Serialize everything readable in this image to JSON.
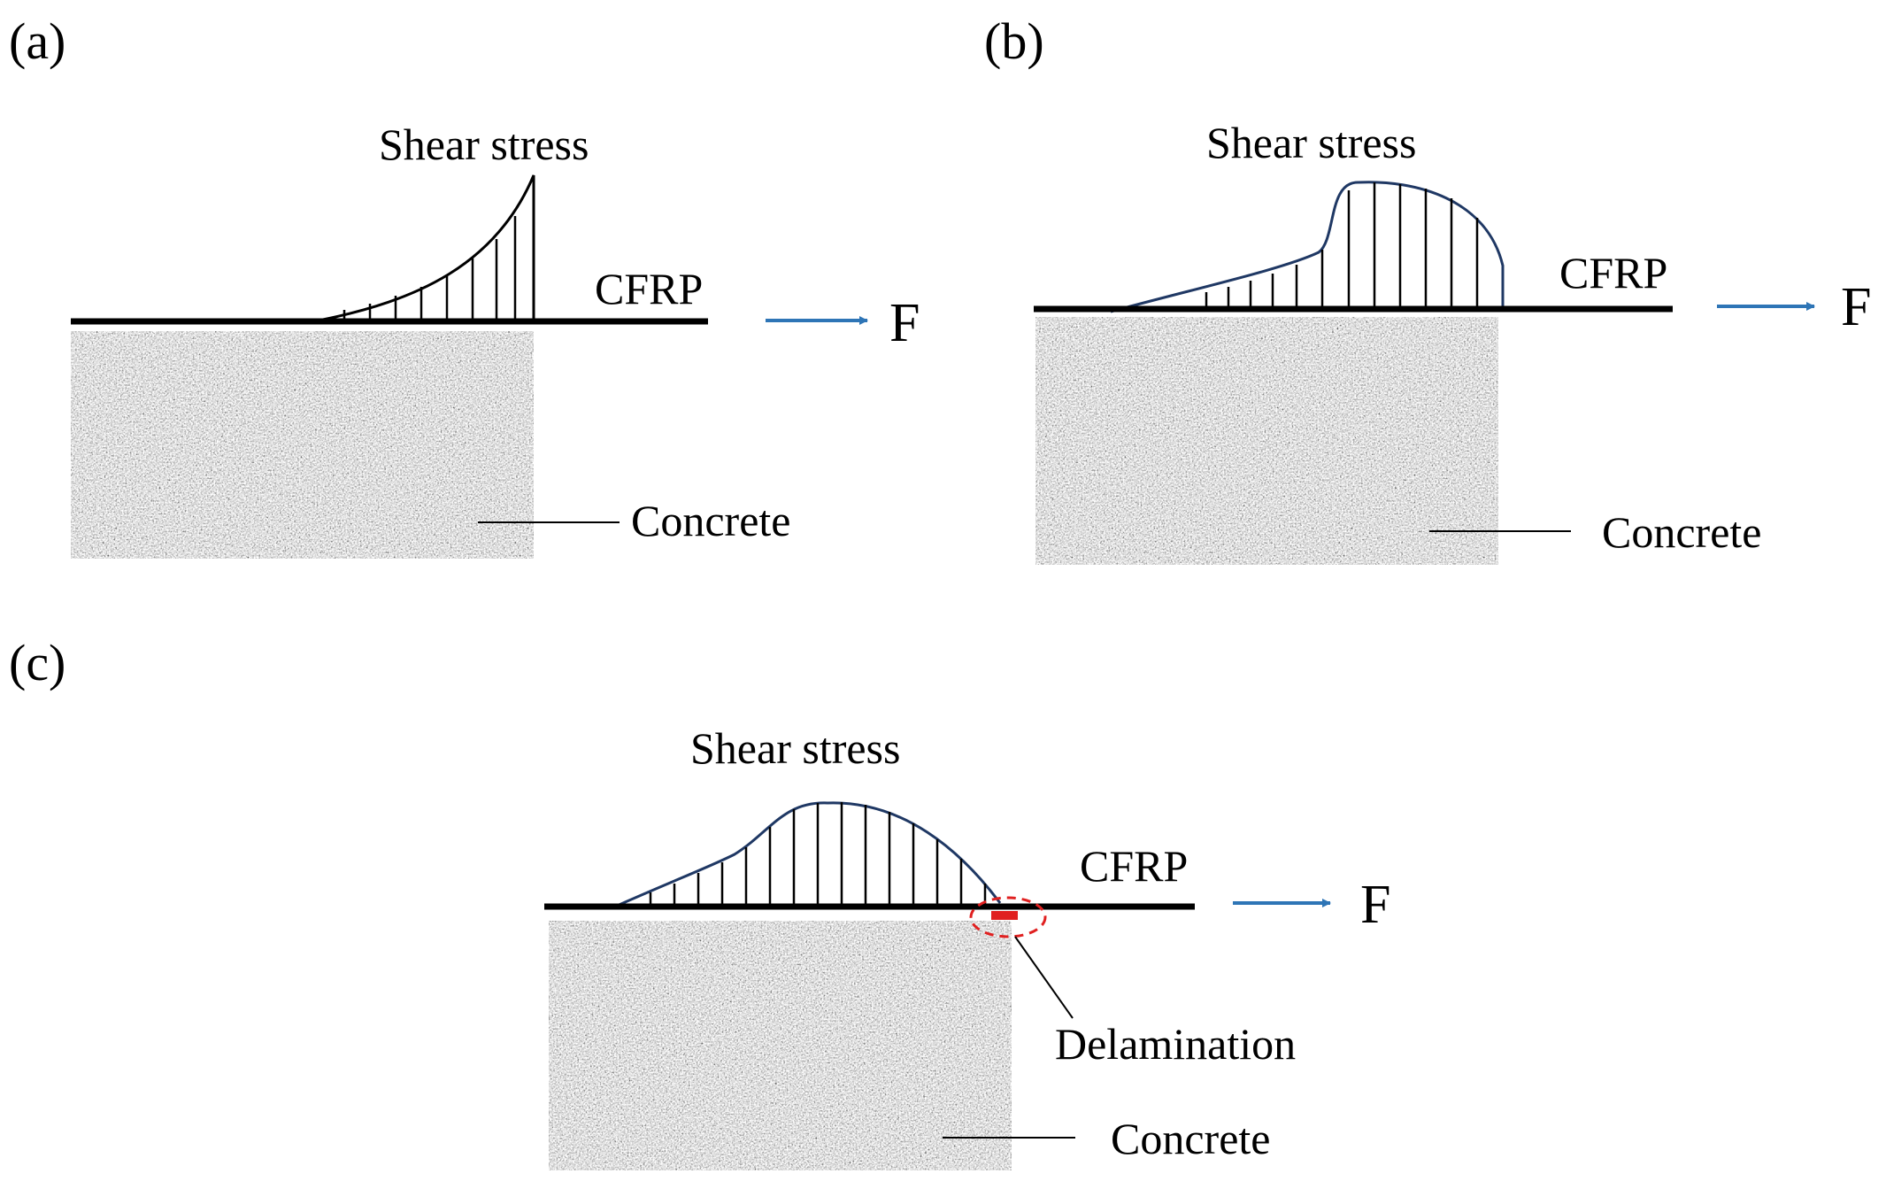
{
  "colors": {
    "stroke": "#000000",
    "curve": "#1f3864",
    "arrow": "#2e75b6",
    "delamination": "#e02020",
    "concrete_base": "#9a9a9a"
  },
  "panels": [
    {
      "tag": "(a)",
      "stress_label": "Shear stress",
      "plate_label": "CFRP",
      "force_label": "F",
      "concrete_label": "Concrete"
    },
    {
      "tag": "(b)",
      "stress_label": "Shear stress",
      "plate_label": "CFRP",
      "force_label": "F",
      "concrete_label": "Concrete"
    },
    {
      "tag": "(c)",
      "stress_label": "Shear stress",
      "plate_label": "CFRP",
      "force_label": "F",
      "concrete_label": "Concrete",
      "failure_label": "Delamination"
    }
  ]
}
